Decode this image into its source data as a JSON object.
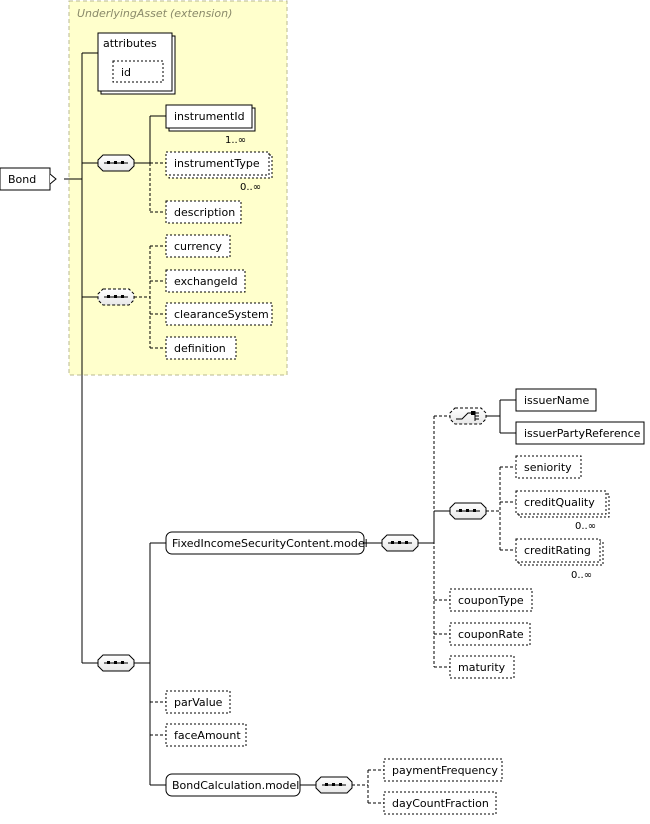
{
  "extension": {
    "name": "UnderlyingAsset",
    "suffix": "(extension)"
  },
  "root": "Bond",
  "attributes": {
    "title": "attributes",
    "id": "id"
  },
  "group1": {
    "instrumentId": "instrumentId",
    "instrumentId_card": "1..∞",
    "instrumentType": "instrumentType",
    "instrumentType_card": "0..∞",
    "description": "description"
  },
  "group2": {
    "currency": "currency",
    "exchangeId": "exchangeId",
    "clearanceSystem": "clearanceSystem",
    "definition": "definition"
  },
  "fisc": {
    "model": "FixedIncomeSecurityContent.model",
    "issuerName": "issuerName",
    "issuerPartyReference": "issuerPartyReference",
    "seniority": "seniority",
    "creditQuality": "creditQuality",
    "creditQuality_card": "0..∞",
    "creditRating": "creditRating",
    "creditRating_card": "0..∞",
    "couponType": "couponType",
    "couponRate": "couponRate",
    "maturity": "maturity"
  },
  "bond_rest": {
    "parValue": "parValue",
    "faceAmount": "faceAmount"
  },
  "calc": {
    "model": "BondCalculation.model",
    "paymentFrequency": "paymentFrequency",
    "dayCountFraction": "dayCountFraction"
  },
  "colors": {
    "extension_fill": "#ffffcc",
    "extension_border": "#b8b890",
    "line": "#000000"
  }
}
